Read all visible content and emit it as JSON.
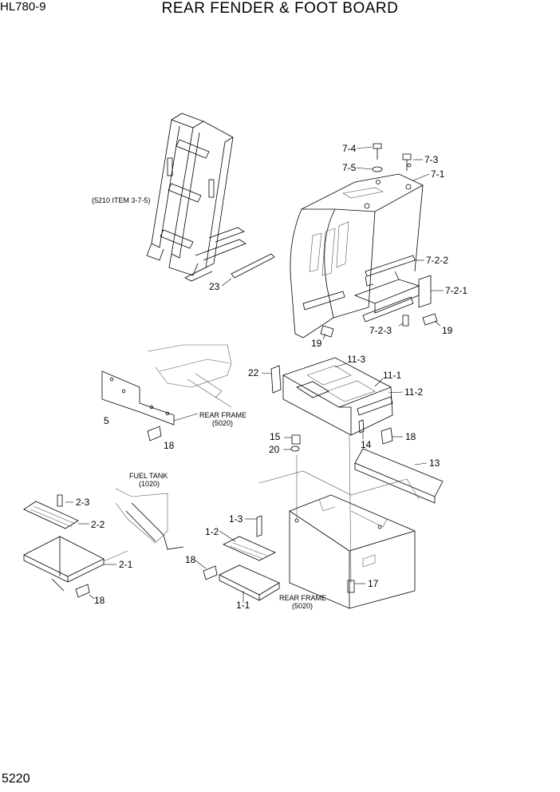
{
  "header": {
    "model": "HL780-9",
    "title": "REAR FENDER & FOOT BOARD"
  },
  "footer": {
    "page_number": "5220"
  },
  "callouts": [
    "7-4",
    "7-3",
    "7-5",
    "7-1",
    "7-2-2",
    "7-2-1",
    "7-2-3",
    "19",
    "19",
    "23",
    "22",
    "11-3",
    "11-1",
    "11-2",
    "5",
    "14",
    "18",
    "15",
    "20",
    "13",
    "2-3",
    "2-2",
    "2-1",
    "18",
    "1-3",
    "1-2",
    "18",
    "1-1",
    "17",
    "18"
  ],
  "notes": {
    "ladder_ref": "(5210 ITEM 3-7-5)",
    "rear_frame_1": "REAR FRAME",
    "rear_frame_1_code": "(5020)",
    "fuel_tank": "FUEL TANK",
    "fuel_tank_code": "(1020)",
    "rear_frame_2": "REAR FRAME",
    "rear_frame_2_code": "(5020)"
  }
}
